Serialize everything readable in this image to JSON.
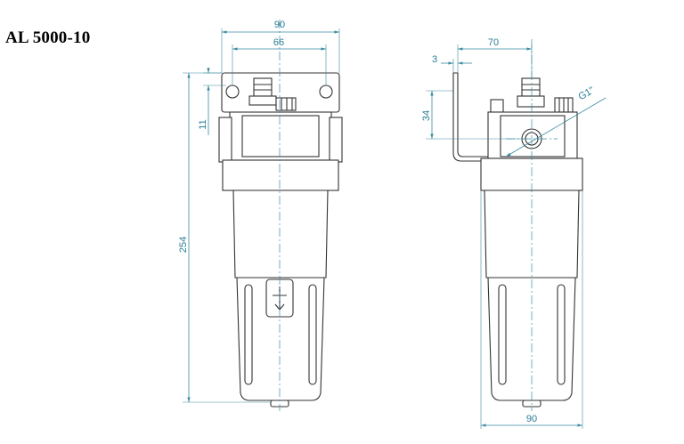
{
  "title": "AL 5000-10",
  "colors": {
    "dimension": "#3a8aa0",
    "outline": "#333333"
  },
  "dimensions": {
    "front_width_top": "90",
    "front_hole_spacing": "66",
    "front_height_11": "11",
    "front_overall_height": "254",
    "side_bracket_width": "70",
    "side_bracket_thickness": "3",
    "side_height_34": "34",
    "side_port_thread": "G1\"",
    "side_bottom_width": "90"
  }
}
